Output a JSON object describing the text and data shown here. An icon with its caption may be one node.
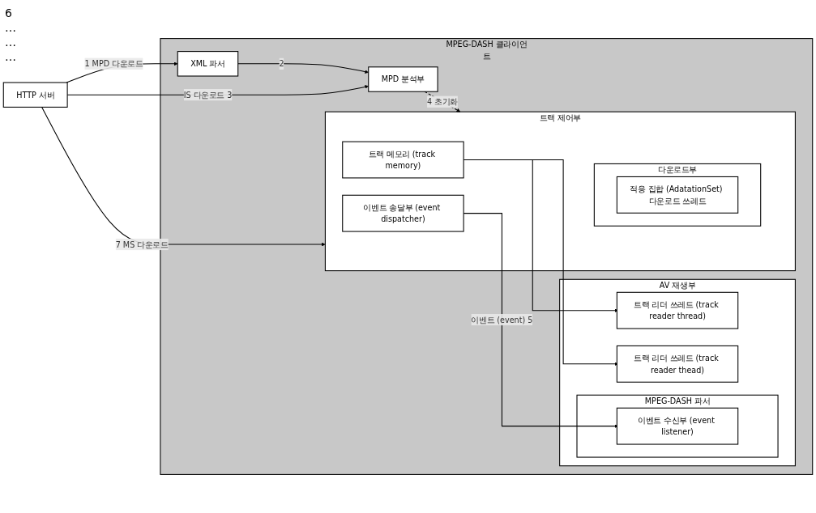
{
  "diagram": {
    "nodes": [
      {
        "text": [
          "HTTP 서버"
        ]
      },
      {
        "text": [
          "MPEG-DASH 클라이언트"
        ]
      },
      {
        "text": [
          "XML 파서"
        ],
        "in": 1
      },
      {
        "text": [
          "MPD 분석부"
        ],
        "in": 1
      },
      {
        "text": [
          "트랙 제어부"
        ],
        "in": 1
      },
      {
        "text": [
          "다운로드부"
        ],
        "in": 4
      },
      {
        "text": [
          "적응 집합 (AdatationSet) 다운로드 쓰레드"
        ],
        "in": 5
      },
      {
        "text": [
          "이벤트 송달부 (event dispatcher)"
        ],
        "in": 4
      },
      {
        "text": [
          "트랙 메모리 (track memory)"
        ],
        "in": 4
      },
      {
        "text": [
          "AV 재생부"
        ],
        "in": 1
      },
      {
        "text": [
          "MPEG-DASH 파서"
        ],
        "in": 9
      },
      {
        "text": [
          "이벤트 수신부 (event listener)"
        ],
        "in": 10
      },
      {
        "text": [
          "트랙 리더 쓰레드 (track reader thread)"
        ],
        "in": 9
      },
      {
        "text": [
          "트랙 리더 쓰레드 (track reader thead)"
        ],
        "in": 9
      }
    ],
    "edges": [
      {
        "from": 0,
        "to": 2,
        "arrow": "to",
        "label": "1 MPD 다운로드"
      },
      {
        "from": 2,
        "to": 3,
        "arrow": "to",
        "label": "2"
      },
      {
        "from": 0,
        "to": 3,
        "arrow": "to",
        "label": "IS 다운로드 3"
      },
      {
        "from": 3,
        "to": 4,
        "arrow": "to",
        "label": "4 초기화",
        "style": "dashed"
      },
      {
        "from": 7,
        "to": 11,
        "arrow": "to",
        "label": "이벤트 (event) 5"
      },
      {
        "from": 8,
        "to": 12,
        "arrow": "to"
      },
      {
        "from": 8,
        "to": 13,
        "arrow": "to"
      },
      {
        "from": 0,
        "to": 4,
        "arrow": "to",
        "label": "7 MS 다운로드"
      }
    ],
    "labels": [
      "6",
      "…",
      "…",
      "…"
    ]
  }
}
